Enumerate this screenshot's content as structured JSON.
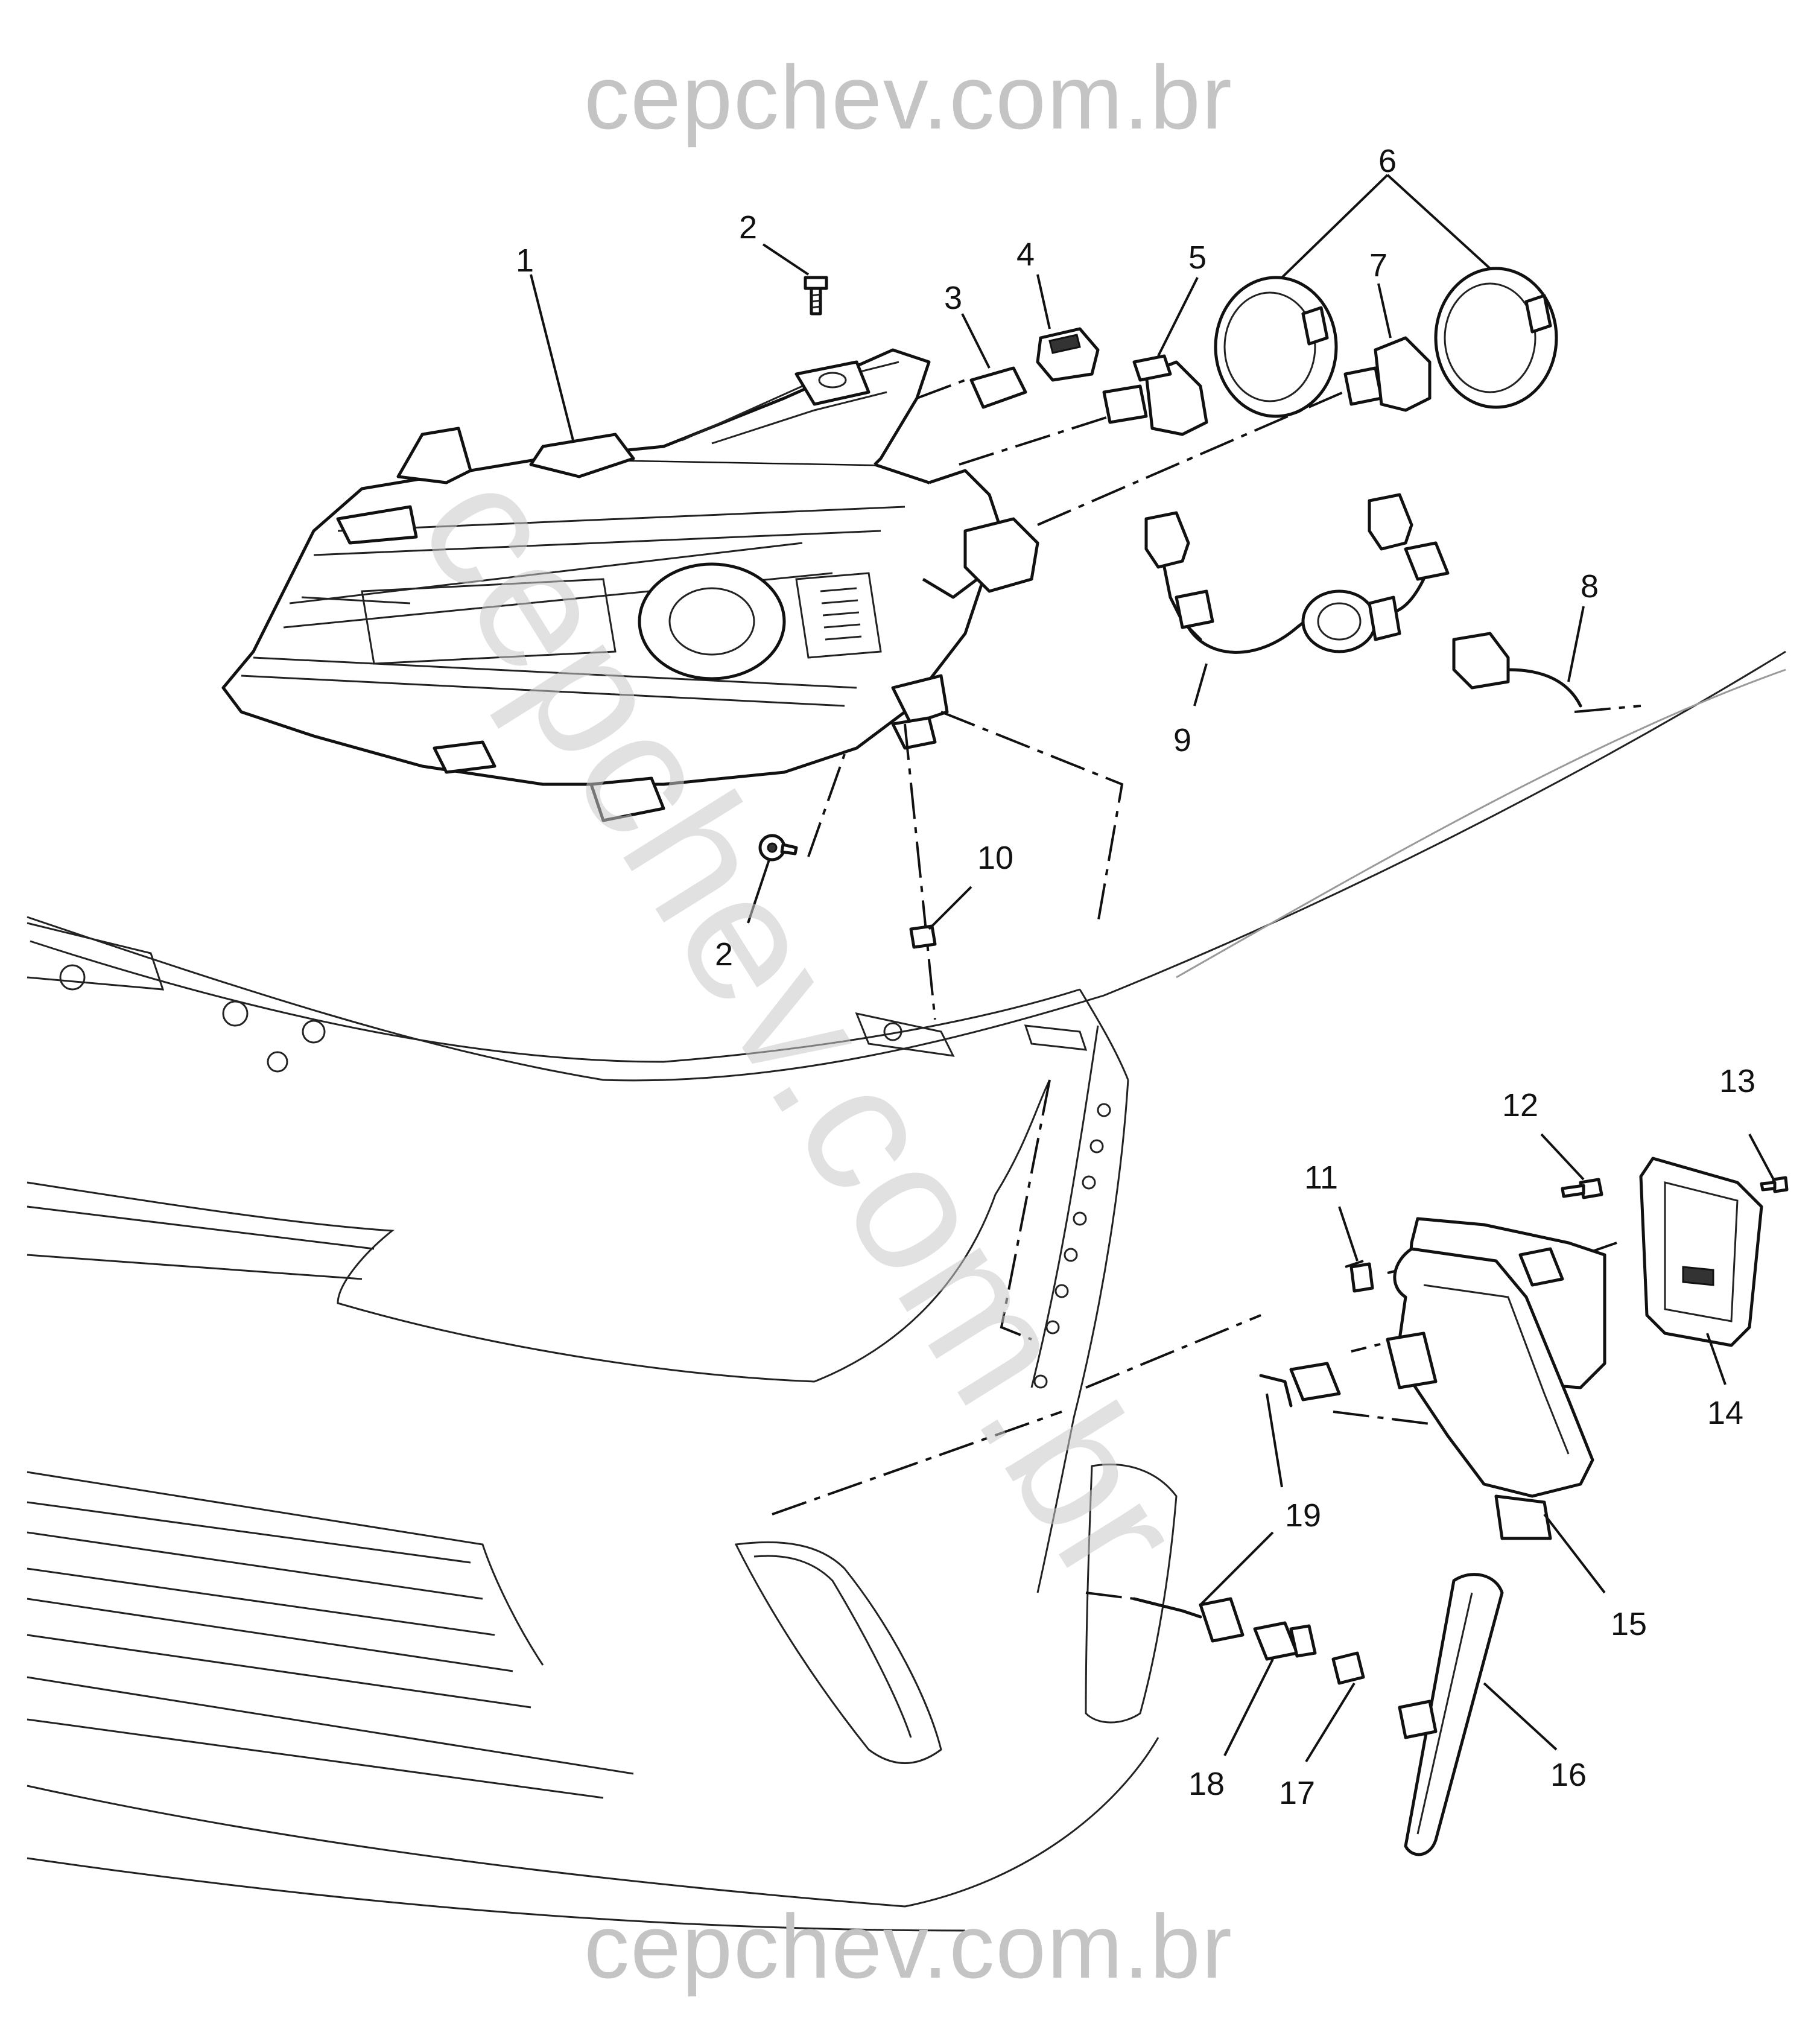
{
  "watermark": {
    "top": "cepchev.com.br",
    "bottom": "cepchev.com.br",
    "diagonal": "cepchev.com.br"
  },
  "callouts": [
    {
      "id": "1",
      "label": "1"
    },
    {
      "id": "2a",
      "label": "2"
    },
    {
      "id": "2b",
      "label": "2"
    },
    {
      "id": "3",
      "label": "3"
    },
    {
      "id": "4",
      "label": "4"
    },
    {
      "id": "5",
      "label": "5"
    },
    {
      "id": "6",
      "label": "6"
    },
    {
      "id": "7",
      "label": "7"
    },
    {
      "id": "8",
      "label": "8"
    },
    {
      "id": "9",
      "label": "9"
    },
    {
      "id": "10",
      "label": "10"
    },
    {
      "id": "11",
      "label": "11"
    },
    {
      "id": "12",
      "label": "12"
    },
    {
      "id": "13",
      "label": "13"
    },
    {
      "id": "14",
      "label": "14"
    },
    {
      "id": "15",
      "label": "15"
    },
    {
      "id": "16",
      "label": "16"
    },
    {
      "id": "17",
      "label": "17"
    },
    {
      "id": "18",
      "label": "18"
    },
    {
      "id": "19",
      "label": "19"
    }
  ]
}
